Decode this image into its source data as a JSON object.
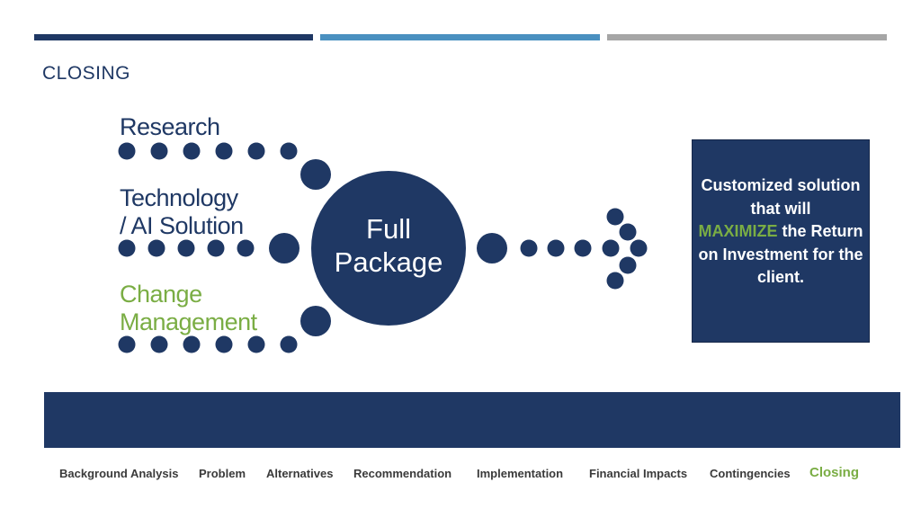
{
  "slide": {
    "title": "CLOSING"
  },
  "diagram": {
    "inputs": {
      "research": "Research",
      "technology": "Technology\n/ AI Solution",
      "change": "Change\nManagement"
    },
    "center": "Full\nPackage",
    "callout": {
      "line1": "Customized solution that will",
      "highlight": "MAXIMIZE",
      "line2": "the Return on Investment for the client."
    }
  },
  "colors": {
    "navy": "#1f3864",
    "blue": "#4a90c0",
    "gray": "#a6a6a6",
    "green": "#7aad44"
  },
  "footer": {
    "items": [
      "Background Analysis",
      "Problem",
      "Alternatives",
      "Recommendation",
      "Implementation",
      "Financial Impacts",
      "Contingencies",
      "Closing"
    ],
    "active": "Closing"
  }
}
